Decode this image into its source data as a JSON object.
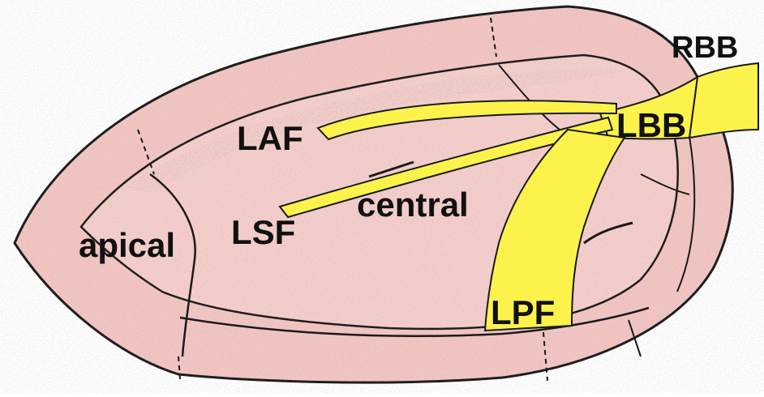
{
  "diagram": {
    "labels": {
      "rbb": "RBB",
      "lbb": "LBB",
      "laf": "LAF",
      "lsf": "LSF",
      "lpf": "LPF",
      "central": "central",
      "apical": "apical"
    },
    "colors": {
      "heart_fill": "#f3c6c3",
      "heart_inner": "#f5cfcc",
      "outline": "#1a1a1a",
      "conduction_fill": "#fbf34c",
      "label_text": "#111111"
    }
  }
}
